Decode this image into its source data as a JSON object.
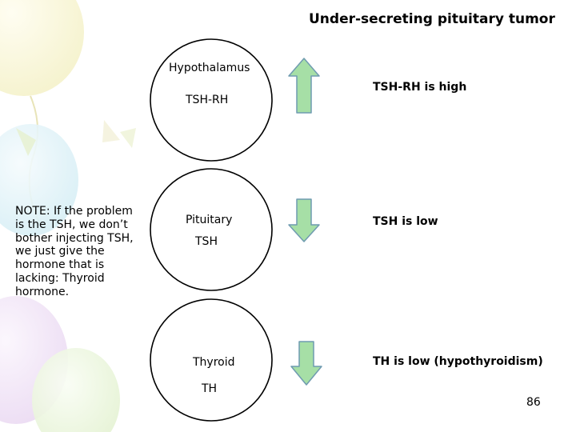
{
  "slide": {
    "title": "Under-secreting pituitary tumor",
    "note": "NOTE: If the problem is the TSH, we don’t bother injecting TSH, we just give the hormone that is lacking: Thyroid hormone.",
    "page_number": "86",
    "levels": [
      {
        "gland": "Hypothalamus",
        "hormone": "TSH-RH",
        "arrow": "up",
        "status": "TSH-RH is high"
      },
      {
        "gland": "Pituitary",
        "hormone": "TSH",
        "arrow": "down",
        "status": "TSH is low"
      },
      {
        "gland": "Thyroid",
        "hormone": "TH",
        "arrow": "down",
        "status": "TH is low (hypothyroidism)"
      }
    ]
  },
  "colors": {
    "arrow_fill": "#a6dfa6",
    "arrow_stroke": "#6f9bb0",
    "circle_stroke": "#000000"
  }
}
